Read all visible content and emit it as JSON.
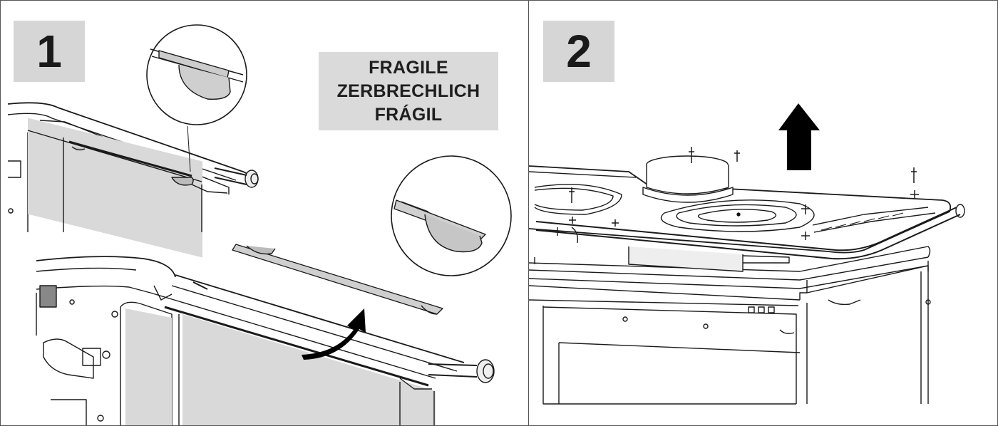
{
  "figure": {
    "steps": [
      {
        "number": "1"
      },
      {
        "number": "2"
      }
    ],
    "fragile_label": {
      "line1": "FRAGILE",
      "line2": "ZERBRECHLICH",
      "line3": "FRÁGIL"
    },
    "icons": {
      "step1_arrow": "curved-arrow-up-icon",
      "step2_arrow": "arrow-up-icon"
    },
    "colors": {
      "badge_bg": "#d6d6d6",
      "label_bg": "#dadada",
      "line": "#1a1a1a",
      "panel_fill": "#d9d9d9"
    }
  }
}
